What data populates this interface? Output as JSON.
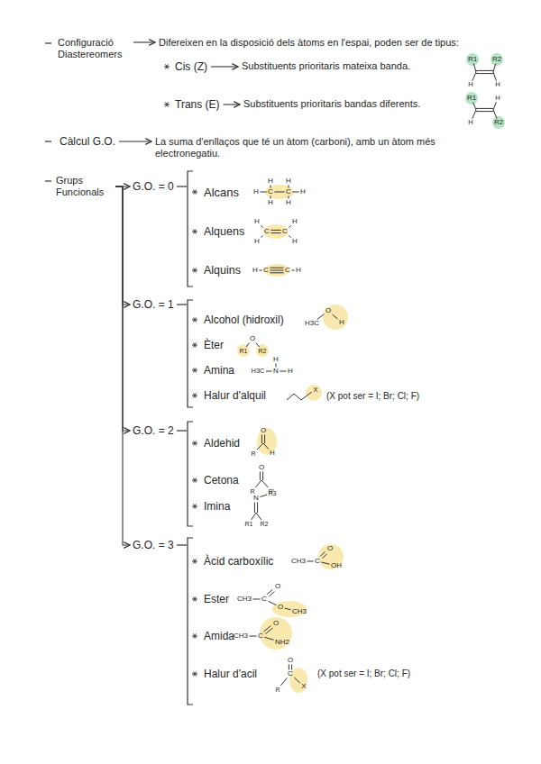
{
  "diagram": {
    "nodes": [
      {
        "text": [
          "Configuració Diastereomers"
        ]
      },
      {
        "text": [
          "Difereixen en la disposició dels àtoms en l'espai, poden ser de tipus:"
        ]
      },
      {
        "text": [
          "Cis (Z)"
        ]
      },
      {
        "text": [
          "Substituents prioritaris mateixa banda."
        ]
      },
      {
        "text": [
          "Trans (E)"
        ]
      },
      {
        "text": [
          "Substituents prioritaris bandas diferents."
        ]
      },
      {
        "text": [
          "Càlcul G.O."
        ]
      },
      {
        "text": [
          "La suma d'enllaços que té un àtom (carboni), amb un àtom més electronegatiu."
        ]
      },
      {
        "text": [
          "Grups Funcionals"
        ]
      },
      {
        "text": [
          "G.O. = 0"
        ]
      },
      {
        "text": [
          "G.O. = 1"
        ]
      },
      {
        "text": [
          "G.O. = 2"
        ]
      },
      {
        "text": [
          "G.O. = 3"
        ]
      }
    ],
    "edges": [
      {
        "from": 0,
        "to": 1,
        "arrow": "to"
      },
      {
        "from": 2,
        "to": 3,
        "arrow": "to"
      },
      {
        "from": 4,
        "to": 5,
        "arrow": "to"
      },
      {
        "from": 6,
        "to": 7,
        "arrow": "to"
      },
      {
        "from": 8,
        "to": 9,
        "arrow": "to"
      },
      {
        "from": 8,
        "to": 10,
        "arrow": "to"
      },
      {
        "from": 8,
        "to": 11,
        "arrow": "to"
      },
      {
        "from": 8,
        "to": 12,
        "arrow": "to"
      }
    ],
    "labels": [
      "R1",
      "R2",
      "H",
      "H",
      "R1",
      "H",
      "H",
      "R2",
      "Alcans",
      "H",
      "H",
      "H",
      "C",
      "C",
      "H",
      "H",
      "H",
      "Alquens",
      "H",
      "H",
      "C",
      "C",
      "H",
      "H",
      "Alquins",
      "H",
      "C",
      "C",
      "H",
      "Alcohol (hidroxil)",
      "H3C",
      "O",
      "H",
      "Èter",
      "O",
      "R1",
      "R2",
      "Amina",
      "H",
      "H3C",
      "N",
      "H",
      "Halur d'alquil",
      "X",
      "(X pot ser = I; Br; Cl; F)",
      "Aldehid",
      "O",
      "R",
      "H",
      "Cetona",
      "O",
      "R",
      "R'",
      "Imina",
      "N",
      "R3",
      "R1",
      "R2",
      "Àcid carboxílic",
      "O",
      "CH3",
      "C",
      "OH",
      "Ester",
      "O",
      "CH3",
      "C",
      "O",
      "CH3",
      "Amida",
      "O",
      "CH3",
      "C",
      "NH2",
      "Halur d'acil",
      "O",
      "C",
      "R",
      "X",
      "(X pot ser = I; Br; Cl; F)"
    ]
  }
}
